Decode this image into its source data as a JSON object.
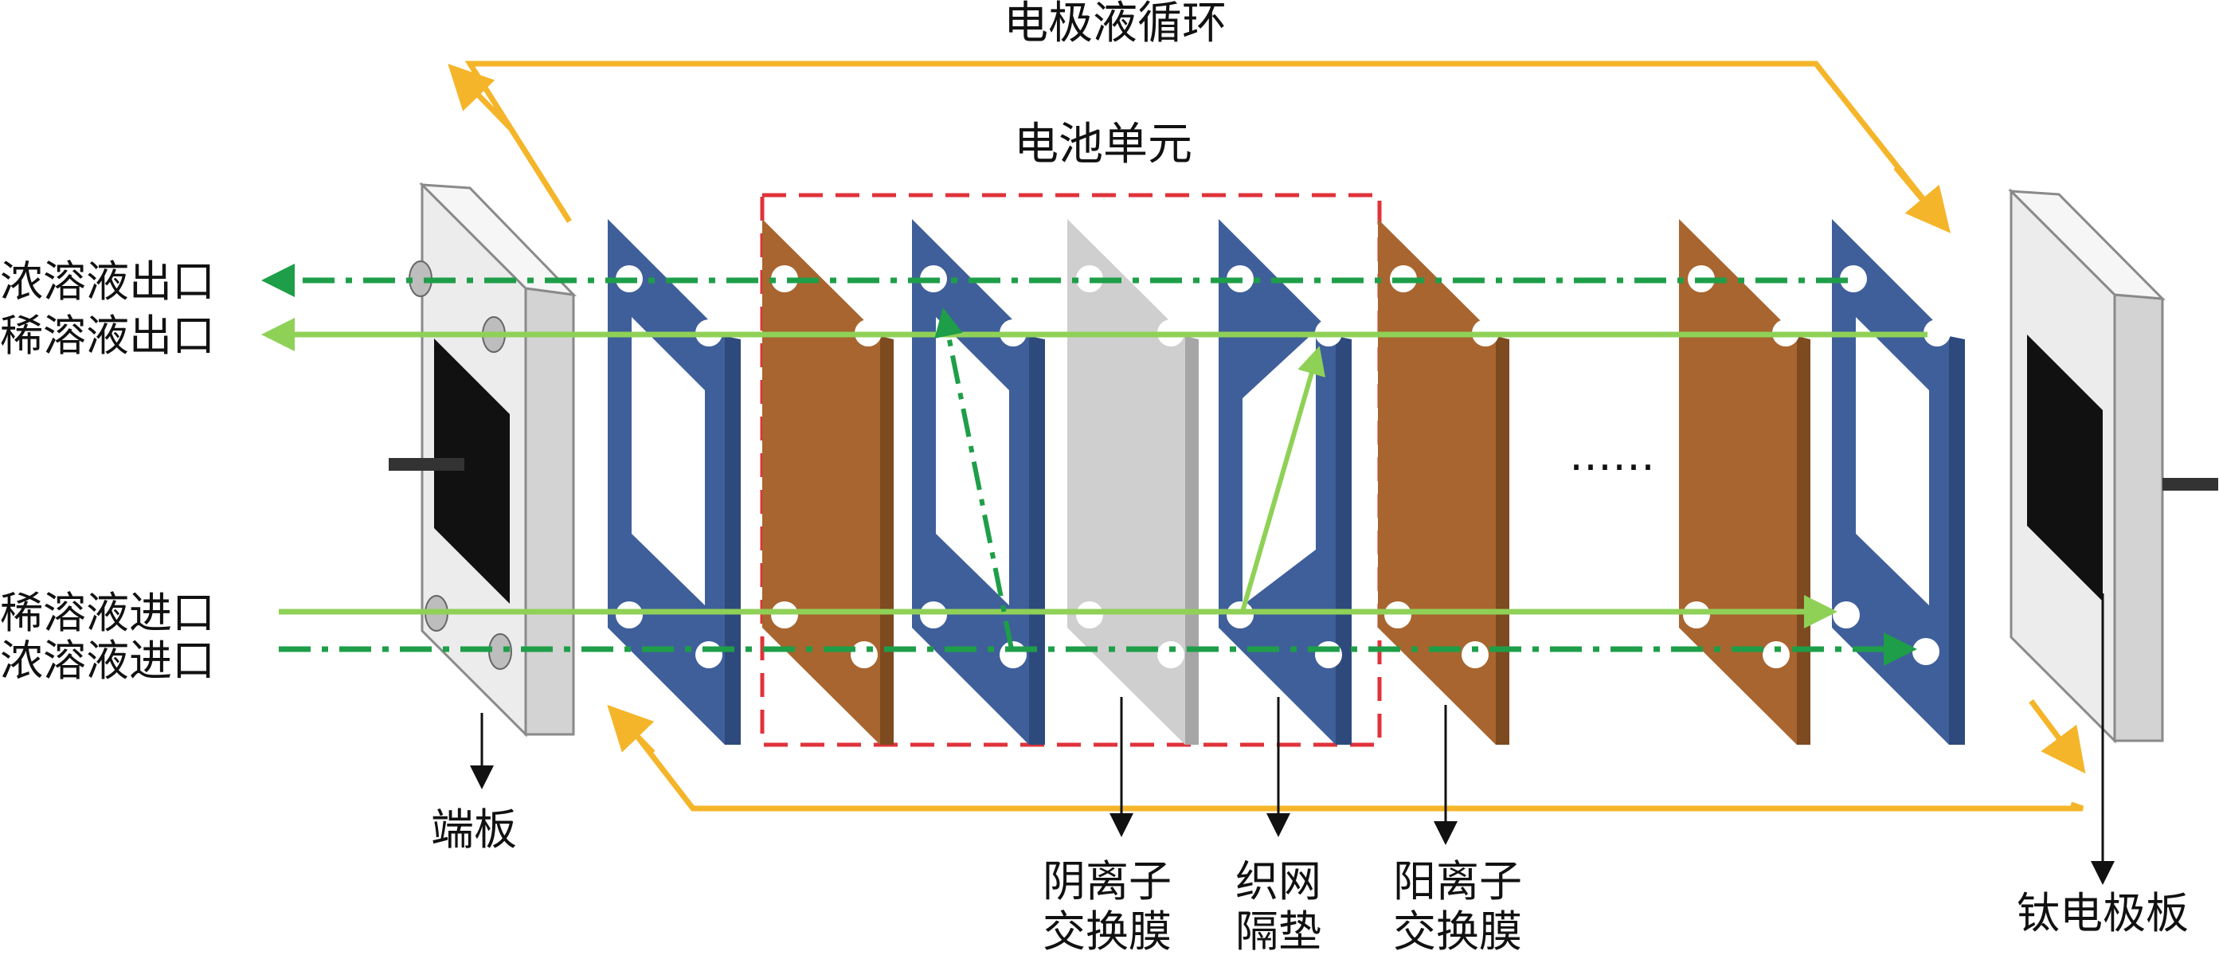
{
  "labels": {
    "electrolyte_circulation": "电极液循环",
    "cell_unit": "电池单元",
    "conc_outlet": "浓溶液出口",
    "dilute_outlet": "稀溶液出口",
    "dilute_inlet": "稀溶液进口",
    "conc_inlet": "浓溶液进口",
    "end_plate": "端板",
    "anion_membrane_l1": "阴离子",
    "anion_membrane_l2": "交换膜",
    "mesh_spacer_l1": "织网",
    "mesh_spacer_l2": "隔垫",
    "cation_membrane_l1": "阳离子",
    "cation_membrane_l2": "交换膜",
    "titanium_electrode": "钛电极板",
    "ellipsis": "……"
  },
  "colors": {
    "yellow_loop": "#f5b52a",
    "green_dark": "#1e9e48",
    "green_light": "#8fd157",
    "spacer_blue": "#3f5f9a",
    "cation_brown": "#a8652f",
    "anion_grey": "#cfcfcf",
    "cell_box_red": "#e0323a",
    "electrode_black": "#111111"
  }
}
